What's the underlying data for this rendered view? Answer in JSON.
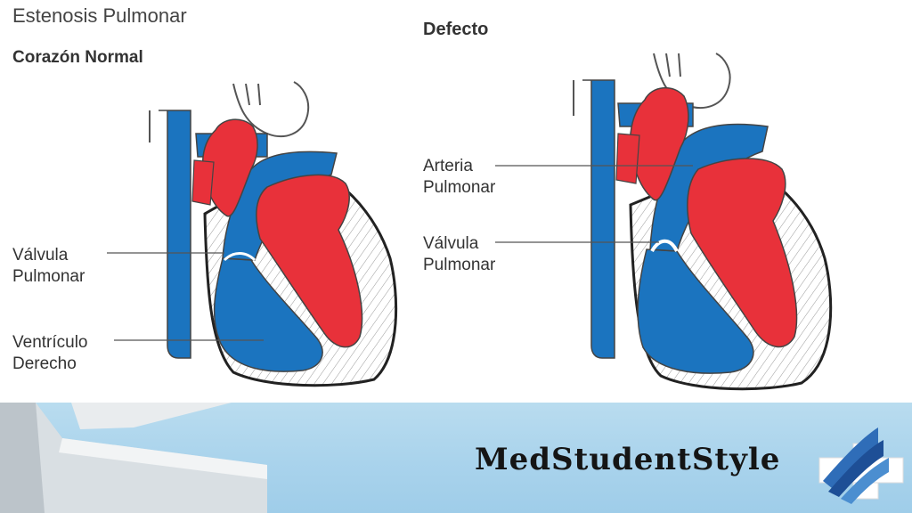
{
  "title": "Estenosis Pulmonar",
  "normal_heading": "Corazón Normal",
  "defect_heading": "Defecto",
  "labels": {
    "normal_valve_1": "Válvula",
    "normal_valve_2": "Pulmonar",
    "normal_ventricle_1": "Ventrículo",
    "normal_ventricle_2": "Derecho",
    "defect_artery_1": "Arteria",
    "defect_artery_2": "Pulmonar",
    "defect_valve_1": "Válvula",
    "defect_valve_2": "Pulmonar"
  },
  "brand": "MedStudentStyle",
  "colors": {
    "oxygen_poor": "#1b74bf",
    "oxygen_rich": "#e8313a",
    "footer_sky": "#a9d3ec"
  }
}
